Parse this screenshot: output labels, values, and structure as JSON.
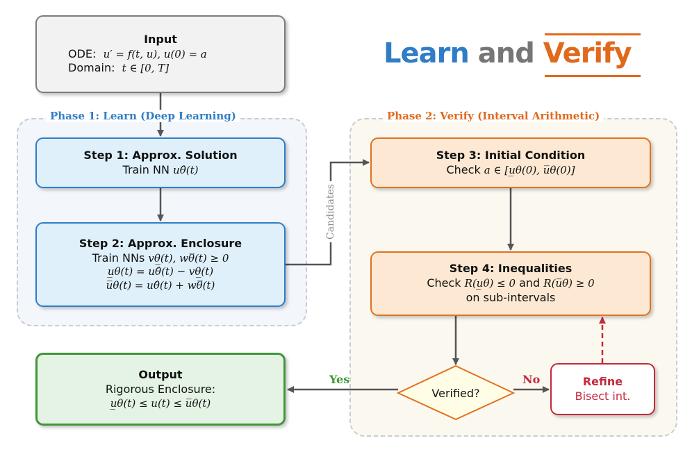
{
  "title": {
    "learn": "Learn",
    "and": "and",
    "verify": "Verify"
  },
  "phases": {
    "learn": "Phase 1: Learn (Deep Learning)",
    "verify": "Phase 2: Verify (Interval Arithmetic)"
  },
  "input": {
    "title": "Input",
    "ode_label": "ODE:",
    "ode_math": "u′ = f(t, u),  u(0) = a",
    "domain_label": "Domain:",
    "domain_math": "t ∈ [0, T]"
  },
  "step1": {
    "title": "Step 1: Approx. Solution",
    "text": "Train NN",
    "math": "uθ̂(t)"
  },
  "step2": {
    "title": "Step 2: Approx. Enclosure",
    "line1_text": "Train NNs",
    "line1_math": "vθ̲(t), wθ̅(t)  ≥  0",
    "line2_math": "u̲θ(t)  =  uθ̂(t) − vθ̲(t)",
    "line3_math": "u̅θ(t)  =  uθ̂(t) + wθ̅(t)"
  },
  "step3": {
    "title": "Step 3: Initial Condition",
    "text": "Check",
    "math": "a  ∈  [u̲θ(0), u̅θ(0)]"
  },
  "step4": {
    "title": "Step 4: Inequalities",
    "text_check": "Check",
    "math_lower": "R(u̲θ)  ≤  0",
    "text_and": "and",
    "math_upper": "R(u̅θ)  ≥  0",
    "text_sub": "on sub-intervals"
  },
  "decision": {
    "label": "Verified?"
  },
  "refine": {
    "title": "Refine",
    "text": "Bisect int."
  },
  "output": {
    "title": "Output",
    "text": "Rigorous Enclosure:",
    "math": "u̲θ(t)  ≤  u(t)  ≤  u̅θ(t)"
  },
  "edges": {
    "yes": "Yes",
    "no": "No",
    "candidates": "Candidates"
  },
  "colors": {
    "learn_blue": "#2f7dc6",
    "verify_orange": "#e0691c",
    "output_green": "#3f973a",
    "refine_red": "#c4283a",
    "arrow_gray": "#555555"
  }
}
